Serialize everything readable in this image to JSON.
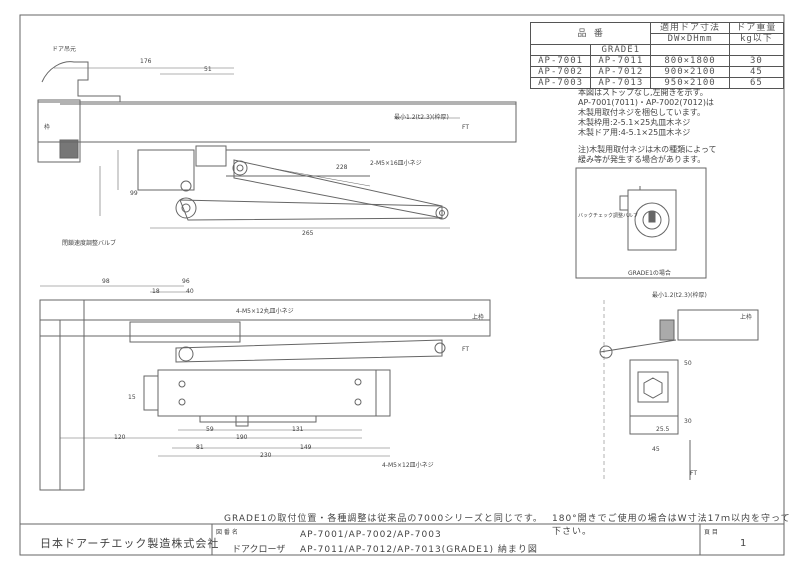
{
  "spec_table": {
    "header_left": "品 番",
    "header_mid_top": "適用ドア寸法",
    "header_mid_bottom": "DW×DHmm",
    "header_right_top": "ドア重量",
    "header_right_bottom": "kg以下",
    "grade_label": "GRADE1",
    "rows": [
      {
        "model": "AP-7001",
        "grade": "AP-7011",
        "size": "800×1800",
        "weight": "30"
      },
      {
        "model": "AP-7002",
        "grade": "AP-7012",
        "size": "900×2100",
        "weight": "45"
      },
      {
        "model": "AP-7003",
        "grade": "AP-7013",
        "size": "950×2100",
        "weight": "65"
      }
    ]
  },
  "notes": [
    "本図はストップなし,左開きを示す。",
    "AP-7001(7011)・AP-7002(7012)は",
    "木製用取付ネジを梱包しています。",
    "木製枠用:2-5.1×25丸皿木ネジ",
    "木製ドア用:4-5.1×25皿木ネジ"
  ],
  "notes2": [
    "注)木製用取付ネジは木の種類によって",
    "緩み等が発生する場合があります。"
  ],
  "labels": {
    "door_jamb": "ドア吊元",
    "frame": "枠",
    "dim_176": "176",
    "dim_51": "51",
    "dim_228": "228",
    "dim_265": "265",
    "dim_99": "99",
    "dim_98": "98",
    "dim_96": "96",
    "dim_18": "18",
    "dim_40": "40",
    "dim_15": "15",
    "dim_59": "59",
    "dim_131": "131",
    "dim_120": "120",
    "dim_190": "190",
    "dim_81": "81",
    "dim_149": "149",
    "dim_230": "230",
    "dim_45": "45",
    "dim_25": "25.5",
    "dim_30": "30",
    "dim_50": "50",
    "screw_top": "2-M5×16皿小ネジ",
    "screw_mid": "4-M5×12丸皿小ネジ",
    "screw_bottom": "4-M5×12皿小ネジ",
    "valve": "閉鎖速度調整バルブ",
    "back_valve": "バックチェック調整バルブ",
    "grade_case": "GRADE1の場合",
    "jamb_min": "最小1.2(t2.3)(枠厚)",
    "ft": "FT",
    "ue": "上枠",
    "jamb_min2": "最小1.2(t2.3)(枠厚)"
  },
  "footer": {
    "left_note": "GRADE1の取付位置・各種調整は従来品の7000シリーズと同じです。",
    "right_note": "180°開きでご使用の場合はW寸法17ｍ以内を守って下さい。",
    "company": "日本ドアーチエック製造株式会社",
    "name_label": "図 番 名",
    "product_label": "ドアクローザ",
    "model_line1": "AP-7001/AP-7002/AP-7003",
    "model_line2": "AP-7011/AP-7012/AP-7013(GRADE1) 納まり図",
    "page_label": "頁 目",
    "page_number": "1"
  }
}
